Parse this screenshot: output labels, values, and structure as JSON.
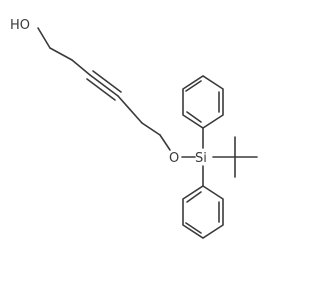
{
  "molecule": {
    "atoms": {
      "hydroxyl": "HO",
      "ether_oxygen": "O",
      "silicon": "Si"
    },
    "colors": {
      "bond": "#3a3a3a",
      "label": "#3a3a3a",
      "background": "#ffffff"
    }
  }
}
